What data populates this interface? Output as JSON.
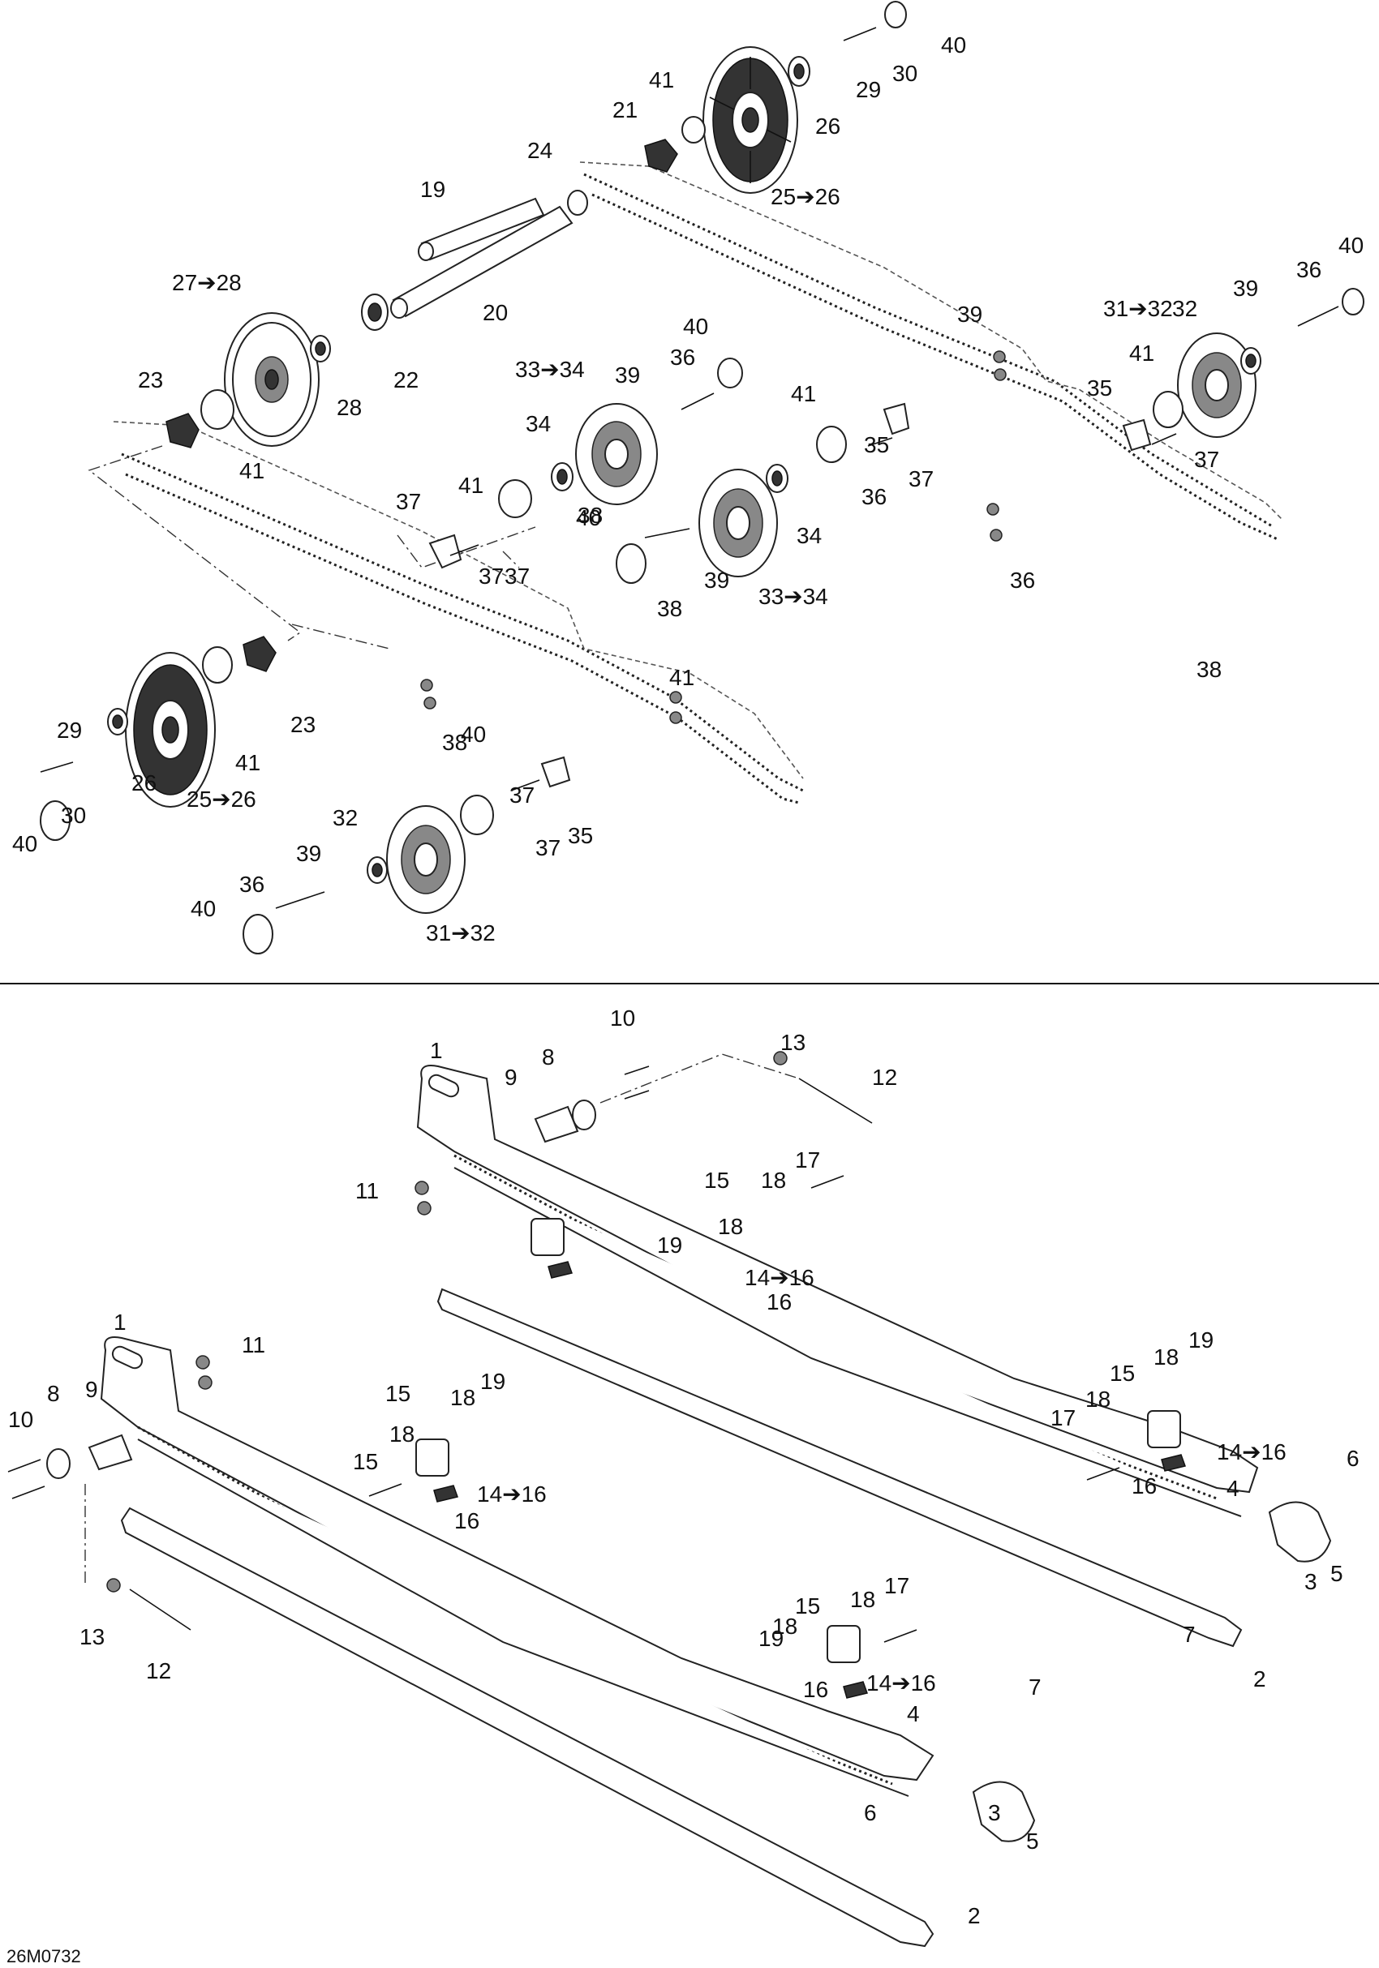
{
  "drawing_code": "26M0732",
  "callouts": [
    "1",
    "2",
    "3",
    "4",
    "5",
    "6",
    "7",
    "8",
    "9",
    "10",
    "11",
    "12",
    "13",
    "14➔16",
    "15",
    "16",
    "17",
    "18",
    "19",
    "20",
    "21",
    "22",
    "23",
    "24",
    "25➔26",
    "26",
    "27➔28",
    "28",
    "29",
    "30",
    "31➔32",
    "32",
    "33➔34",
    "34",
    "35",
    "36",
    "37",
    "38",
    "39",
    "40",
    "41"
  ]
}
